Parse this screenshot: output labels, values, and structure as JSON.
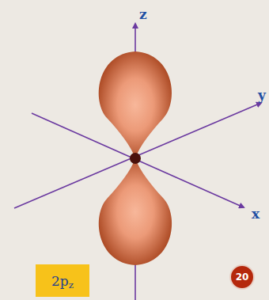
{
  "diagram": {
    "nodes": [
      {
        "text": [
          "2p",
          "z"
        ]
      },
      {
        "text": [
          "20"
        ]
      }
    ],
    "labels": [
      "z",
      "y",
      "x"
    ]
  }
}
